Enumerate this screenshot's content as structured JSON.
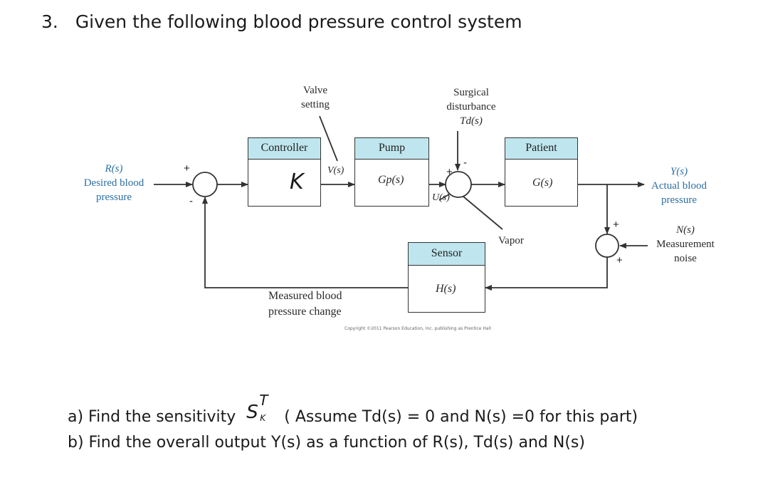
{
  "problem": {
    "number": "3.",
    "statement": "Given the following blood pressure control system"
  },
  "diagram": {
    "input": {
      "symbol": "R(s)",
      "line1": "Desired blood",
      "line2": "pressure"
    },
    "valve": {
      "line1": "Valve",
      "line2": "setting"
    },
    "controller": {
      "title": "Controller",
      "gain": "K"
    },
    "vs_label": "V(s)",
    "pump": {
      "title": "Pump",
      "tf": "Gp(s)"
    },
    "disturbance": {
      "line1": "Surgical",
      "line2": "disturbance",
      "symbol": "Td(s)"
    },
    "us_label": "U(s)",
    "patient": {
      "title": "Patient",
      "tf": "G(s)"
    },
    "output": {
      "symbol": "Y(s)",
      "line1": "Actual blood",
      "line2": "pressure"
    },
    "vapor_label": "Vapor",
    "noise": {
      "symbol": "N(s)",
      "line1": "Measurement",
      "line2": "noise"
    },
    "sensor": {
      "title": "Sensor",
      "tf": "H(s)"
    },
    "feedback": {
      "line1": "Measured blood",
      "line2": "pressure change"
    },
    "signs": {
      "plus": "+",
      "minus": "-"
    },
    "copyright": "Copyright ©2011 Pearson Education, Inc. publishing as Prentice Hall"
  },
  "questions": {
    "a_prefix": "a)  Find the sensitivity",
    "a_symbol_base": "S",
    "a_symbol_sup": "T",
    "a_symbol_sub": "K",
    "a_suffix": "( Assume Td(s) = 0 and N(s) =0 for this part)",
    "b_text": "b)  Find the overall output Y(s) as a function of R(s), Td(s) and N(s)"
  },
  "colors": {
    "block_header": "#bfe6ee",
    "label_blue": "#2c6fa3",
    "line": "#333333"
  }
}
